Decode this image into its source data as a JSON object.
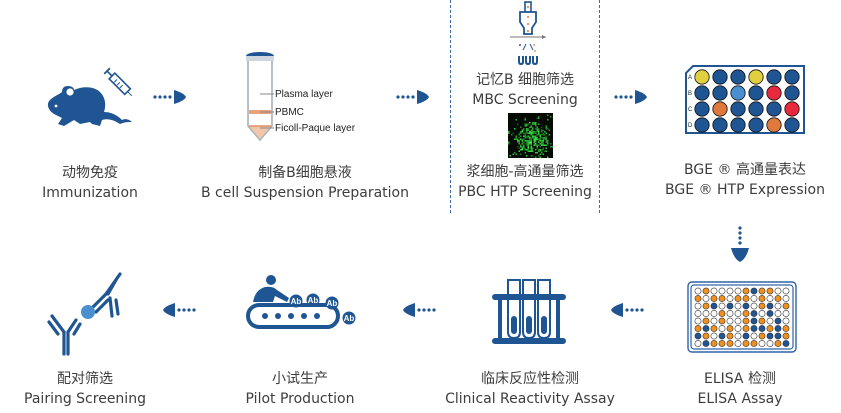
{
  "colors": {
    "primary": "#1f5593",
    "light_blue": "#4a90d0",
    "orange": "#e07a3c",
    "elisa_orange": "#f0901e",
    "yellow": "#e0d040",
    "red": "#e8283c",
    "text": "#3d3d3d"
  },
  "steps": [
    {
      "id": "immunization",
      "zh": "动物免疫",
      "en": "Immunization",
      "icon": "mouse-syringe-icon"
    },
    {
      "id": "b-cell-suspension",
      "zh": "制备B细胞悬液",
      "en": "B cell Suspension Preparation",
      "icon": "centrifuge-tube-icon",
      "tube_labels": [
        "Plasma layer",
        "PBMC",
        "Ficoll-Paque layer"
      ]
    },
    {
      "id": "mbc-screening",
      "zh": "记忆B 细胞筛选",
      "en": "MBC Screening",
      "icon": "flow-sorter-icon"
    },
    {
      "id": "pbc-htp-screening",
      "zh": "浆细胞-高通量筛选",
      "en": "PBC HTP Screening",
      "icon": "fluorescence-image"
    },
    {
      "id": "bge-expression",
      "zh": "BGE ® 高通量表达",
      "en": "BGE ®  HTP Expression",
      "icon": "well-plate-24-icon",
      "plate_rows": [
        "A",
        "B",
        "C",
        "D"
      ]
    },
    {
      "id": "elisa",
      "zh": "ELISA 检测",
      "en": "ELISA Assay",
      "icon": "well-plate-96-icon"
    },
    {
      "id": "clinical-reactivity",
      "zh": "临床反应性检测",
      "en": "Clinical Reactivity Assay",
      "icon": "test-tube-rack-icon"
    },
    {
      "id": "pilot-production",
      "zh": "小试生产",
      "en": "Pilot Production",
      "icon": "conveyor-antibody-icon",
      "badge_text": "Ab"
    },
    {
      "id": "pairing-screening",
      "zh": "配对筛选",
      "en": "Pairing Screening",
      "icon": "antibody-pair-icon"
    }
  ],
  "plate24": [
    [
      "y",
      "b",
      "b",
      "y",
      "b",
      "b"
    ],
    [
      "b",
      "b",
      "l",
      "b",
      "r",
      "b"
    ],
    [
      "b",
      "o",
      "b",
      "b",
      "b",
      "r"
    ],
    [
      "b",
      "b",
      "b",
      "b",
      "o",
      "b"
    ]
  ],
  "plate96": [
    "wowwwwobooww",
    "owoowoowowow",
    "wobwbwbwobwo",
    "wwwowwobwbww",
    "wowowwobowbw",
    "obowowobbobo",
    "bowbowbwobbo",
    "wbooowoowwob"
  ]
}
